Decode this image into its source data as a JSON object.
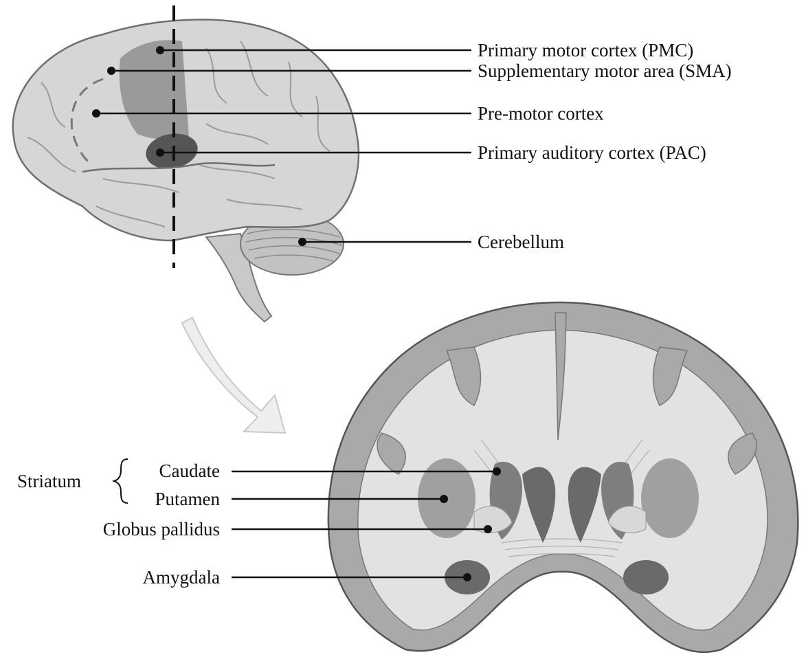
{
  "upper_labels": {
    "pmc": "Primary motor cortex (PMC)",
    "sma": "Supplementary motor area (SMA)",
    "premotor": "Pre-motor cortex",
    "pac": "Primary auditory cortex (PAC)",
    "cerebellum": "Cerebellum"
  },
  "lower_labels": {
    "striatum": "Striatum",
    "caudate": "Caudate",
    "putamen": "Putamen",
    "globus_pallidus": "Globus pallidus",
    "amygdala": "Amygdala"
  },
  "colors": {
    "background": "#ffffff",
    "brain_surface": "#d6d6d6",
    "motor_region": "#8f8f8f",
    "auditory_region": "#555555",
    "gray_matter": "#a9a9a9",
    "white_matter": "#e2e2e2",
    "ventricle": "#6a6a6a",
    "leader_line": "#111111"
  }
}
